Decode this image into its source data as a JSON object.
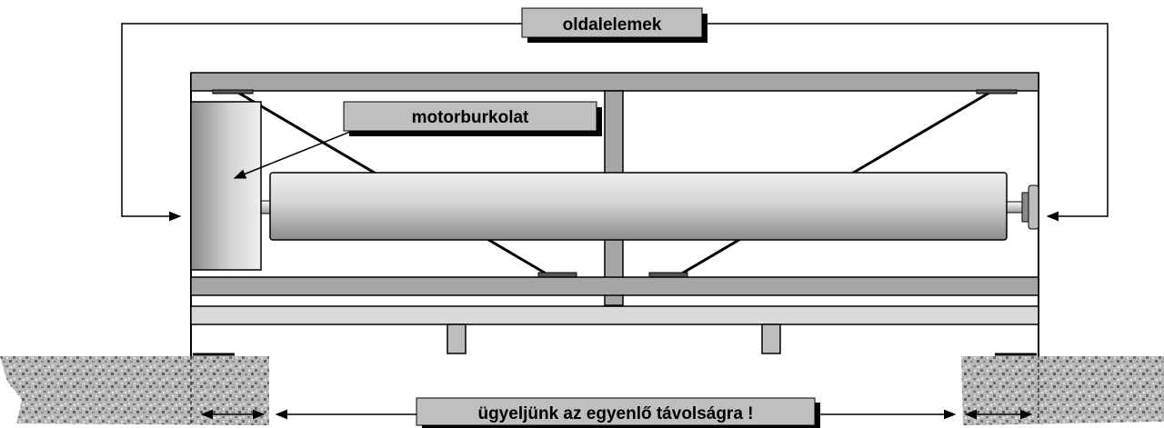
{
  "labels": {
    "side_elements": "oldalelemek",
    "motor_cover": "motorburkolat",
    "distance_note": "ügyeljünk az egyenlő távolságra !"
  },
  "colors": {
    "frame_fill": "#a6a6a6",
    "label_fill": "#bfbfbf",
    "shadow": "#000000",
    "line": "#000000",
    "ground_light": "#d6d6d6",
    "ground_dark": "#7a7a7a"
  },
  "icons": {
    "arrow": "arrow-head"
  }
}
